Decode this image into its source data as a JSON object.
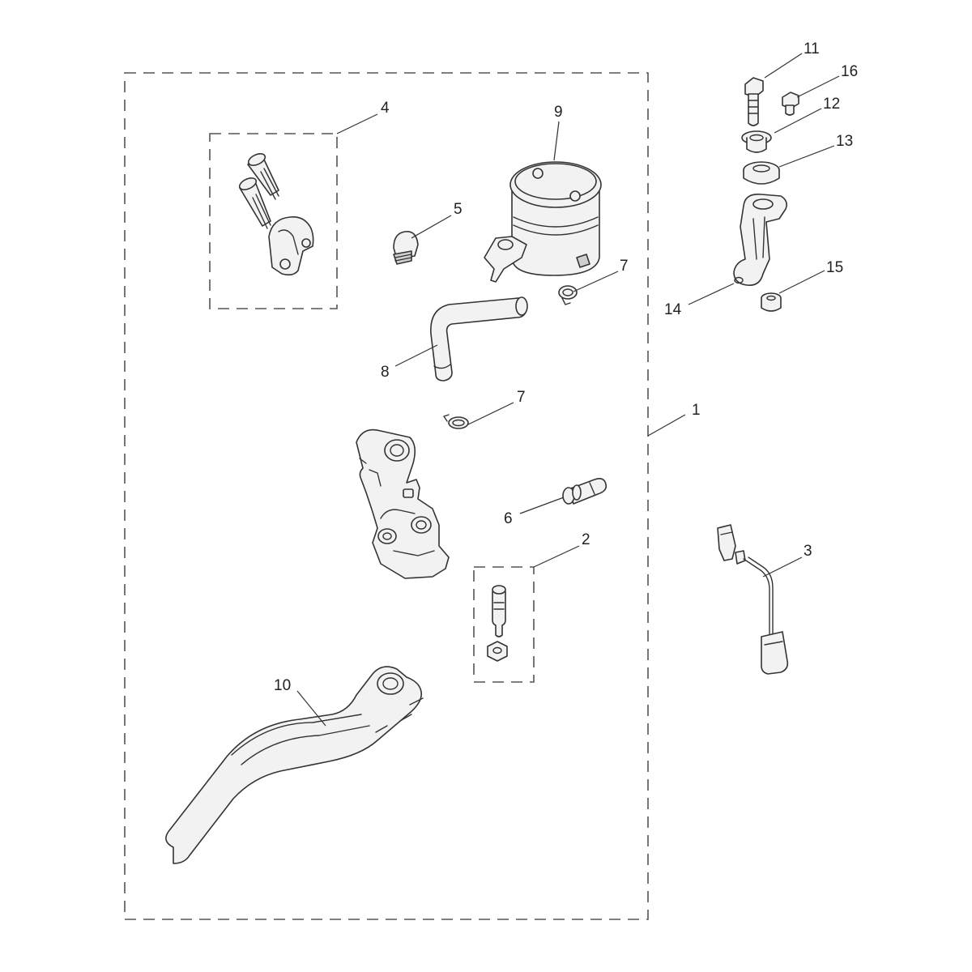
{
  "callouts": [
    {
      "id": "c1",
      "label": "1"
    },
    {
      "id": "c2",
      "label": "2"
    },
    {
      "id": "c3",
      "label": "3"
    },
    {
      "id": "c4",
      "label": "4"
    },
    {
      "id": "c5",
      "label": "5"
    },
    {
      "id": "c6",
      "label": "6"
    },
    {
      "id": "c7a",
      "label": "7"
    },
    {
      "id": "c7b",
      "label": "7"
    },
    {
      "id": "c8",
      "label": "8"
    },
    {
      "id": "c9",
      "label": "9"
    },
    {
      "id": "c10",
      "label": "10"
    },
    {
      "id": "c11",
      "label": "11"
    },
    {
      "id": "c12",
      "label": "12"
    },
    {
      "id": "c13",
      "label": "13"
    },
    {
      "id": "c14",
      "label": "14"
    },
    {
      "id": "c15",
      "label": "15"
    },
    {
      "id": "c16",
      "label": "16"
    }
  ]
}
